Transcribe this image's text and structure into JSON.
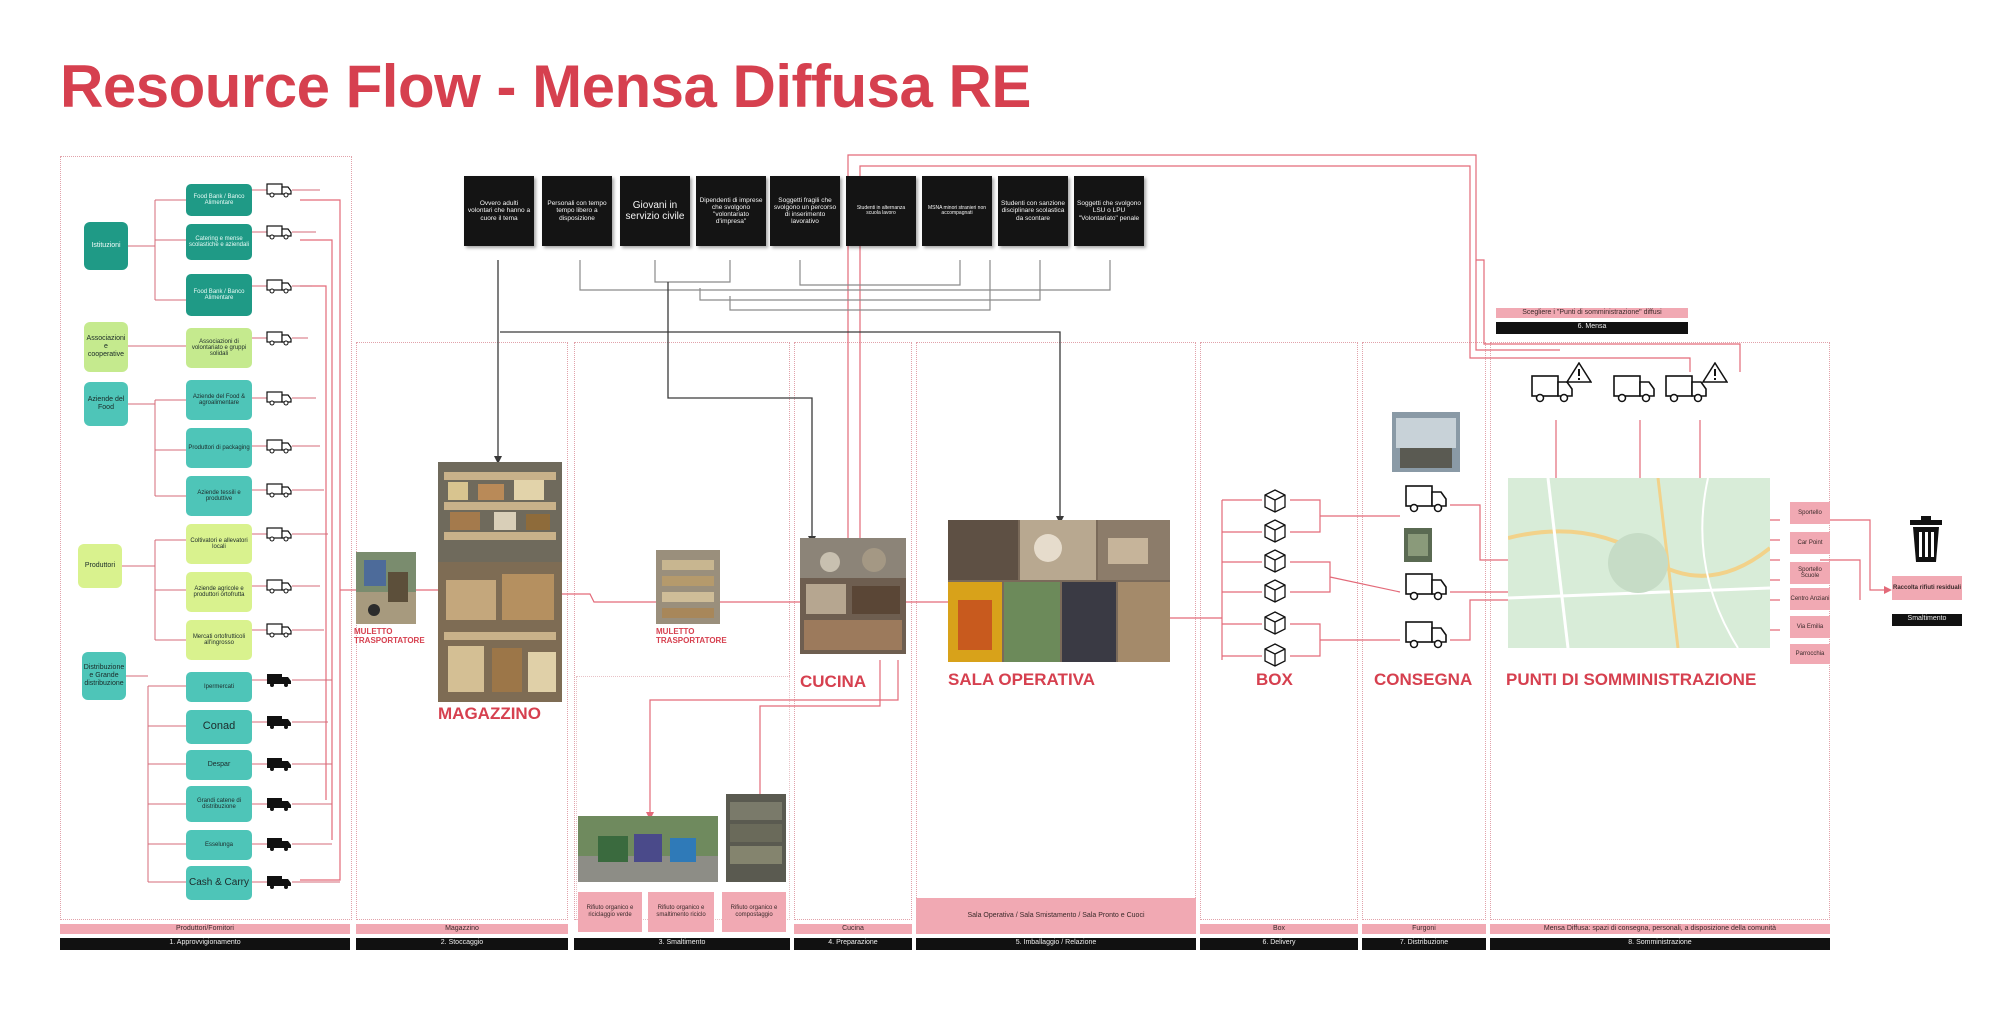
{
  "title": "Resource Flow - Mensa Diffusa RE",
  "actors": [
    "Ovvero adulti volontari che hanno a cuore il tema",
    "Personali con tempo tempo libero a disposizione",
    "Giovani in servizio civile",
    "Dipendenti di imprese che svolgono \"volontariato d'impresa\"",
    "Soggetti fragili che svolgono un percorso di inserimento lavorativo",
    "Studenti in alternanza scuola lavoro",
    "MSNA minori stranieri non accompagnati",
    "Studenti con sanzione disciplinare scolastica da scontare",
    "Soggetti che svolgono LSU o LPU \"Volontariato\" penale"
  ],
  "sources": [
    {
      "label": "Istituzioni",
      "items": [
        "Food Bank / Banco Alimentare",
        "Catering e mense scolastiche e aziendali",
        "Food Bank / Banco Alimentare"
      ]
    },
    {
      "label": "Associazioni e cooperative",
      "items": [
        "Associazioni di volontariato e gruppi solidali"
      ]
    },
    {
      "label": "Aziende del Food",
      "items": [
        "Aziende del Food & agroalimentare",
        "Produttori di packaging",
        "Aziende tessili e produttive"
      ]
    },
    {
      "label": "Produttori",
      "items": [
        "Coltivatori e allevatori locali",
        "Aziende agricole e produttori ortofrutta",
        "Mercati ortofrutticoli all'ingrosso"
      ]
    },
    {
      "label": "Distribuzione e Grande distribuzione",
      "items": [
        "Ipermercati",
        "Conad",
        "Despar",
        "Grandi catene di distribuzione",
        "Esselunga",
        "Cash & Carry"
      ]
    }
  ],
  "stages": {
    "magazzino": "MAGAZZINO",
    "cucina": "CUCINA",
    "sala": "SALA OPERATIVA",
    "box": "BOX",
    "consegna": "CONSEGNA",
    "punti": "PUNTI DI SOMMINISTRAZIONE"
  },
  "transport_labels": [
    "MULETTO TRASPORTATORE",
    "MULETTO TRASPORTATORE"
  ],
  "waste_tiles": [
    "Rifiuto organico e riciclaggio verde",
    "Rifiuto organico e smaltimento riciclo",
    "Rifiuto organico e compostaggio"
  ],
  "points": [
    "Sportello",
    "Car Point",
    "Sportello Scuole",
    "Centro Anziani",
    "Via Emilia",
    "Parrocchia"
  ],
  "top_tag": {
    "pink": "Scegliere i \"Punti di somministrazione\" diffusi",
    "black": "6. Mensa"
  },
  "final": {
    "pink": "Raccolta rifiuti residuali",
    "black": "Smaltimento"
  },
  "bottom_pink": [
    "Produttori/Fornitori",
    "Magazzino",
    "",
    "Cucina",
    "Sala Operativa / Sala Smistamento / Sala Pronto e Cuoci",
    "Box",
    "Furgoni",
    "Mensa Diffusa: spazi di consegna, personali, a disposizione della comunità"
  ],
  "bottom_black": [
    "1. Approvvigionamento",
    "2. Stoccaggio",
    "3. Smaltimento",
    "4. Preparazione",
    "5. Imballaggio / Relazione",
    "6. Delivery",
    "7. Distribuzione",
    "8. Somministrazione"
  ],
  "colors": {
    "accent": "#d6404f",
    "teal_dark": "#1f9a86",
    "teal_mid": "#4ec5b8",
    "green_light": "#c5ea8e",
    "pink": "#f1a9b3",
    "black": "#111111",
    "flow_line": "#e36a79"
  },
  "icons": [
    "truck-icon",
    "box-icon",
    "trash-icon",
    "warning-truck-icon"
  ]
}
